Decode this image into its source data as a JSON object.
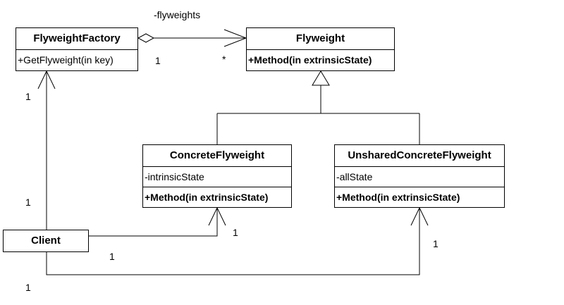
{
  "classes": {
    "flyweight_factory": {
      "name": "FlyweightFactory",
      "operations": [
        "+GetFlyweight(in key)"
      ]
    },
    "flyweight": {
      "name": "Flyweight",
      "operations": [
        "+Method(in extrinsicState)"
      ]
    },
    "concrete_flyweight": {
      "name": "ConcreteFlyweight",
      "attributes": [
        "-intrinsicState"
      ],
      "operations": [
        "+Method(in extrinsicState)"
      ]
    },
    "unshared_concrete_flyweight": {
      "name": "UnsharedConcreteFlyweight",
      "attributes": [
        "-allState"
      ],
      "operations": [
        "+Method(in extrinsicState)"
      ]
    },
    "client": {
      "name": "Client"
    }
  },
  "associations": {
    "factory_flyweights": {
      "role": "-flyweights",
      "source_multiplicity": "1",
      "target_multiplicity": "*"
    },
    "client_factory": {
      "factory_end": "1",
      "client_end": "1"
    },
    "client_concrete": {
      "client_end": "1",
      "concrete_end": "1"
    },
    "client_unshared": {
      "client_end": "1",
      "unshared_end": "1"
    }
  }
}
